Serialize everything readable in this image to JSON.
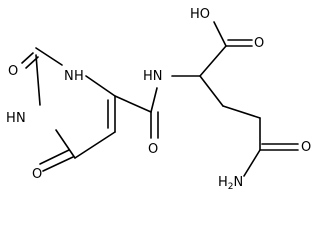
{
  "molecule": {
    "labels": {
      "o_top_left": "O",
      "n_ring_upper": "N",
      "h_ring_upper": "H",
      "n_ring_lower": "N",
      "h_ring_lower": "H",
      "o_bottom_left": "O",
      "nh_amide": "HN",
      "o_amide": "O",
      "oh_acid": "HO",
      "o_acid": "O",
      "o_terminal": "O",
      "nh2_terminal": "H2N"
    },
    "colors": {
      "bond": "#000000",
      "text": "#000000",
      "background": "#ffffff"
    }
  }
}
